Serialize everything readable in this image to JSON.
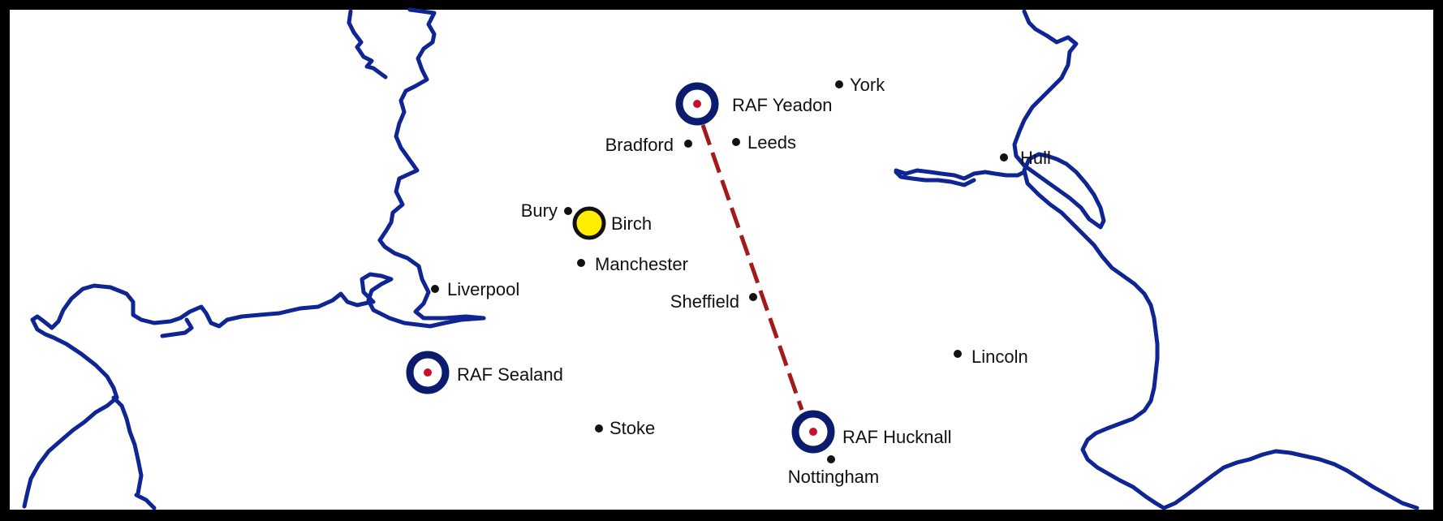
{
  "colors": {
    "frame": "#000000",
    "land": "#ffffff",
    "coastline": "#0f2594",
    "roundel_outer": "#0b1c6e",
    "roundel_center": "#c8102e",
    "route": "#a31a1a",
    "birch_fill": "#ffee00",
    "text": "#111111"
  },
  "towns": [
    {
      "id": "york",
      "label": "York"
    },
    {
      "id": "bradford",
      "label": "Bradford"
    },
    {
      "id": "leeds",
      "label": "Leeds"
    },
    {
      "id": "hull",
      "label": "Hull"
    },
    {
      "id": "bury",
      "label": "Bury"
    },
    {
      "id": "manchester",
      "label": "Manchester"
    },
    {
      "id": "liverpool",
      "label": "Liverpool"
    },
    {
      "id": "sheffield",
      "label": "Sheffield"
    },
    {
      "id": "lincoln",
      "label": "Lincoln"
    },
    {
      "id": "stoke",
      "label": "Stoke"
    },
    {
      "id": "nottingham",
      "label": "Nottingham"
    }
  ],
  "airfields": [
    {
      "id": "yeadon",
      "label": "RAF Yeadon"
    },
    {
      "id": "sealand",
      "label": "RAF Sealand"
    },
    {
      "id": "hucknall",
      "label": "RAF Hucknall"
    }
  ],
  "highlight": {
    "id": "birch",
    "label": "Birch"
  },
  "route": {
    "from": "RAF Yeadon",
    "to": "RAF Hucknall",
    "style": "dashed"
  }
}
